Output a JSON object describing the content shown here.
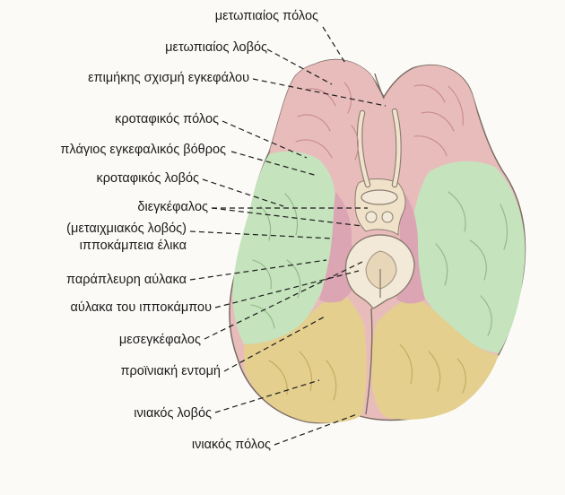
{
  "labels": {
    "frontal_pole": "μετωπιαίος πόλος",
    "frontal_lobe": "μετωπιαίος λοβός",
    "longitudinal_fissure": "επιμήκης σχισμή εγκεφάλου",
    "temporal_pole": "κροταφικός πόλος",
    "lateral_sulcus": "πλάγιος εγκεφαλικός βόθρος",
    "temporal_lobe": "κροταφικός λοβός",
    "diencephalon": "διεγκέφαλος",
    "limbic_lobe": "(μεταιχμιακός λοβός)",
    "parahippocampal_gyrus": "ιπποκάμπεια έλικα",
    "collateral_sulcus": "παράπλευρη αύλακα",
    "hippocampal_sulcus": "αύλακα του ιπποκάμπου",
    "midbrain": "μεσεγκέφαλος",
    "preoccipital_notch": "προϊνιακή εντομή",
    "occipital_lobe": "ινιακός λοβός",
    "occipital_pole": "ινιακός πόλος"
  },
  "colors": {
    "frontal": "#e9bcbc",
    "temporal": "#c5e3bd",
    "occipital": "#e4cf8e",
    "limbic": "#dba5b3",
    "midbrain": "#efe2c8",
    "outline": "#7a6d62",
    "leader": "#1c1c1c"
  }
}
